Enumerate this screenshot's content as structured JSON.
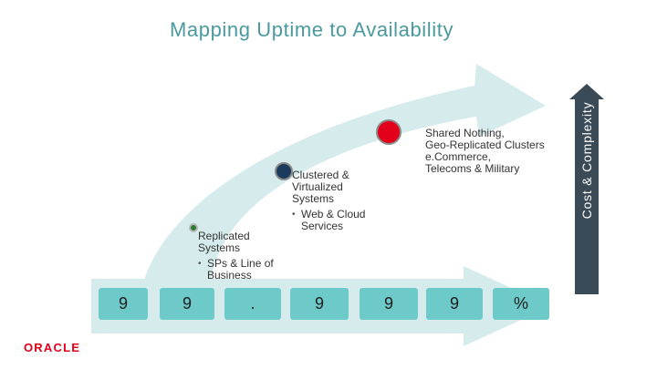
{
  "title": "Mapping Uptime to Availability",
  "tiers": [
    {
      "name": "Replicated\nSystems",
      "bullet": "SPs & Line of\nBusiness",
      "dot_color": "#2e7d32"
    },
    {
      "name": "Clustered &\nVirtualized\nSystems",
      "bullet": "Web & Cloud\nServices",
      "dot_color": "#1b3a5c"
    },
    {
      "name": "Shared Nothing,\nGeo-Replicated Clusters\ne.Commerce,\nTelecoms & Military",
      "bullet": "",
      "dot_color": "#e2001a"
    }
  ],
  "availability_digits": [
    "9",
    "9",
    ".",
    "9",
    "9",
    "9",
    "%"
  ],
  "side_axis_label": "Cost & Complexity",
  "logo": "ORACLE",
  "colors": {
    "title": "#4a9aa0",
    "boxes": "#6ec9c9",
    "big_arrow": "#d6ecec",
    "side_bar": "#3a4a56",
    "logo": "#e2001a"
  }
}
